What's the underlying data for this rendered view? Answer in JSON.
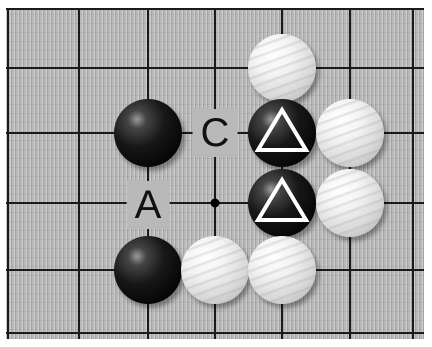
{
  "board": {
    "name": "go-board-fragment",
    "background_color": "#b9b9b9",
    "line_color": "#1a1a1a"
  },
  "stones": [
    {
      "id": "white-stone-top",
      "color": "white",
      "marked": false
    },
    {
      "id": "black-stone-upper-left",
      "color": "black",
      "marked": false
    },
    {
      "id": "black-stone-triangle-upper",
      "color": "black",
      "marked": true,
      "mark": "triangle"
    },
    {
      "id": "white-stone-upper-right",
      "color": "white",
      "marked": false
    },
    {
      "id": "black-stone-triangle-lower",
      "color": "black",
      "marked": true,
      "mark": "triangle"
    },
    {
      "id": "white-stone-middle-right",
      "color": "white",
      "marked": false
    },
    {
      "id": "black-stone-lower-left",
      "color": "black",
      "marked": false
    },
    {
      "id": "white-stone-lower-middle",
      "color": "white",
      "marked": false
    },
    {
      "id": "white-stone-lower-right",
      "color": "white",
      "marked": false
    }
  ],
  "labels": {
    "a": "A",
    "c": "C"
  },
  "star_point": true
}
